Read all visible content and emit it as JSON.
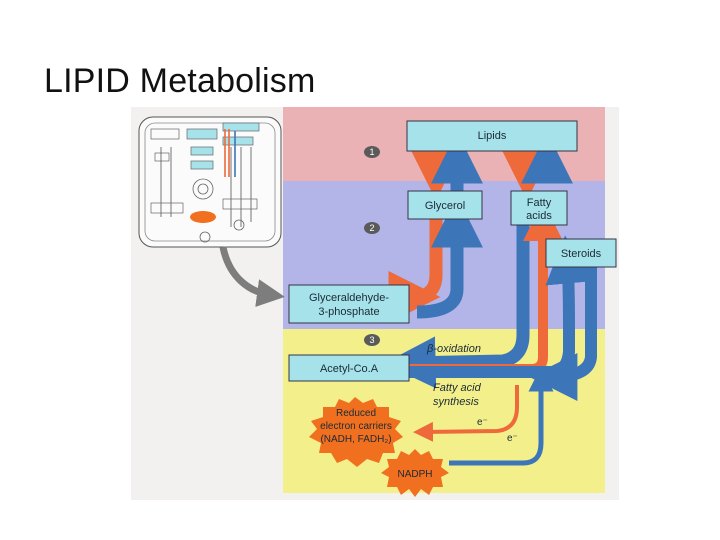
{
  "slide": {
    "title": "LIPID Metabolism"
  },
  "diagram": {
    "steps": [
      "1",
      "2",
      "3"
    ],
    "boxes": {
      "lipids": "Lipids",
      "glycerol": "Glycerol",
      "fatty_acids": [
        "Fatty",
        "acids"
      ],
      "steroids": "Steroids",
      "glyceraldehyde": [
        "Glyceraldehyde-",
        "3-phosphate"
      ],
      "acetyl_coa": "Acetyl-Co.A"
    },
    "labels": {
      "beta_oxidation": "β-oxidation",
      "fatty_acid_synthesis": [
        "Fatty acid",
        "synthesis"
      ],
      "electron_1": "e⁻",
      "electron_2": "e⁻"
    },
    "starbursts": {
      "reduced_carriers": [
        "Reduced",
        "electron carriers",
        "(NADH, FADH₂)"
      ],
      "nadph": "NADPH"
    },
    "colors": {
      "band_top": "#eab2b4",
      "band_mid": "#b3b4e8",
      "band_bottom": "#f3f08c",
      "box_fill": "#a6e2ea",
      "arrow_orange": "#ee6a3a",
      "arrow_blue": "#3d76b8",
      "starburst": "#f0701f"
    }
  }
}
